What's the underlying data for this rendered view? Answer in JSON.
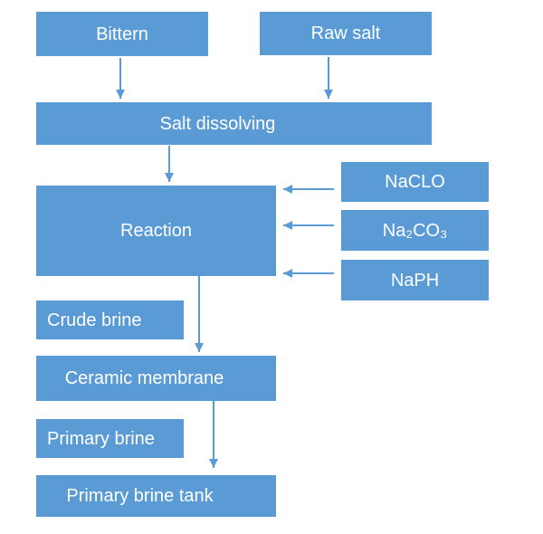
{
  "diagram": {
    "type": "flowchart",
    "colors": {
      "node_fill": "#5B9BD5",
      "node_text": "#FFFFFF",
      "arrow": "#5B9BD5",
      "background": "#FFFFFF"
    },
    "nodes": {
      "bittern": {
        "label": "Bittern"
      },
      "raw_salt": {
        "label": "Raw salt"
      },
      "salt_dissolving": {
        "label": "Salt dissolving"
      },
      "reaction": {
        "label": "Reaction"
      },
      "naclo": {
        "label": "NaCLO"
      },
      "na2co3": {
        "label": "Na₂CO₃"
      },
      "naph": {
        "label": "NaPH"
      },
      "crude_brine": {
        "label": "Crude brine"
      },
      "ceramic_membrane": {
        "label": "Ceramic membrane"
      },
      "primary_brine": {
        "label": "Primary brine"
      },
      "primary_brine_tank": {
        "label": "Primary brine tank"
      }
    },
    "edges": [
      {
        "from": "Bittern",
        "to": "Salt dissolving"
      },
      {
        "from": "Raw salt",
        "to": "Salt dissolving"
      },
      {
        "from": "Salt dissolving",
        "to": "Reaction"
      },
      {
        "from": "NaCLO",
        "to": "Reaction"
      },
      {
        "from": "Na₂CO₃",
        "to": "Reaction"
      },
      {
        "from": "NaPH",
        "to": "Reaction"
      },
      {
        "from": "Reaction",
        "to": "Ceramic membrane"
      },
      {
        "from": "Ceramic membrane",
        "to": "Primary brine tank"
      }
    ],
    "stream_labels": [
      "Crude brine",
      "Primary brine"
    ]
  }
}
